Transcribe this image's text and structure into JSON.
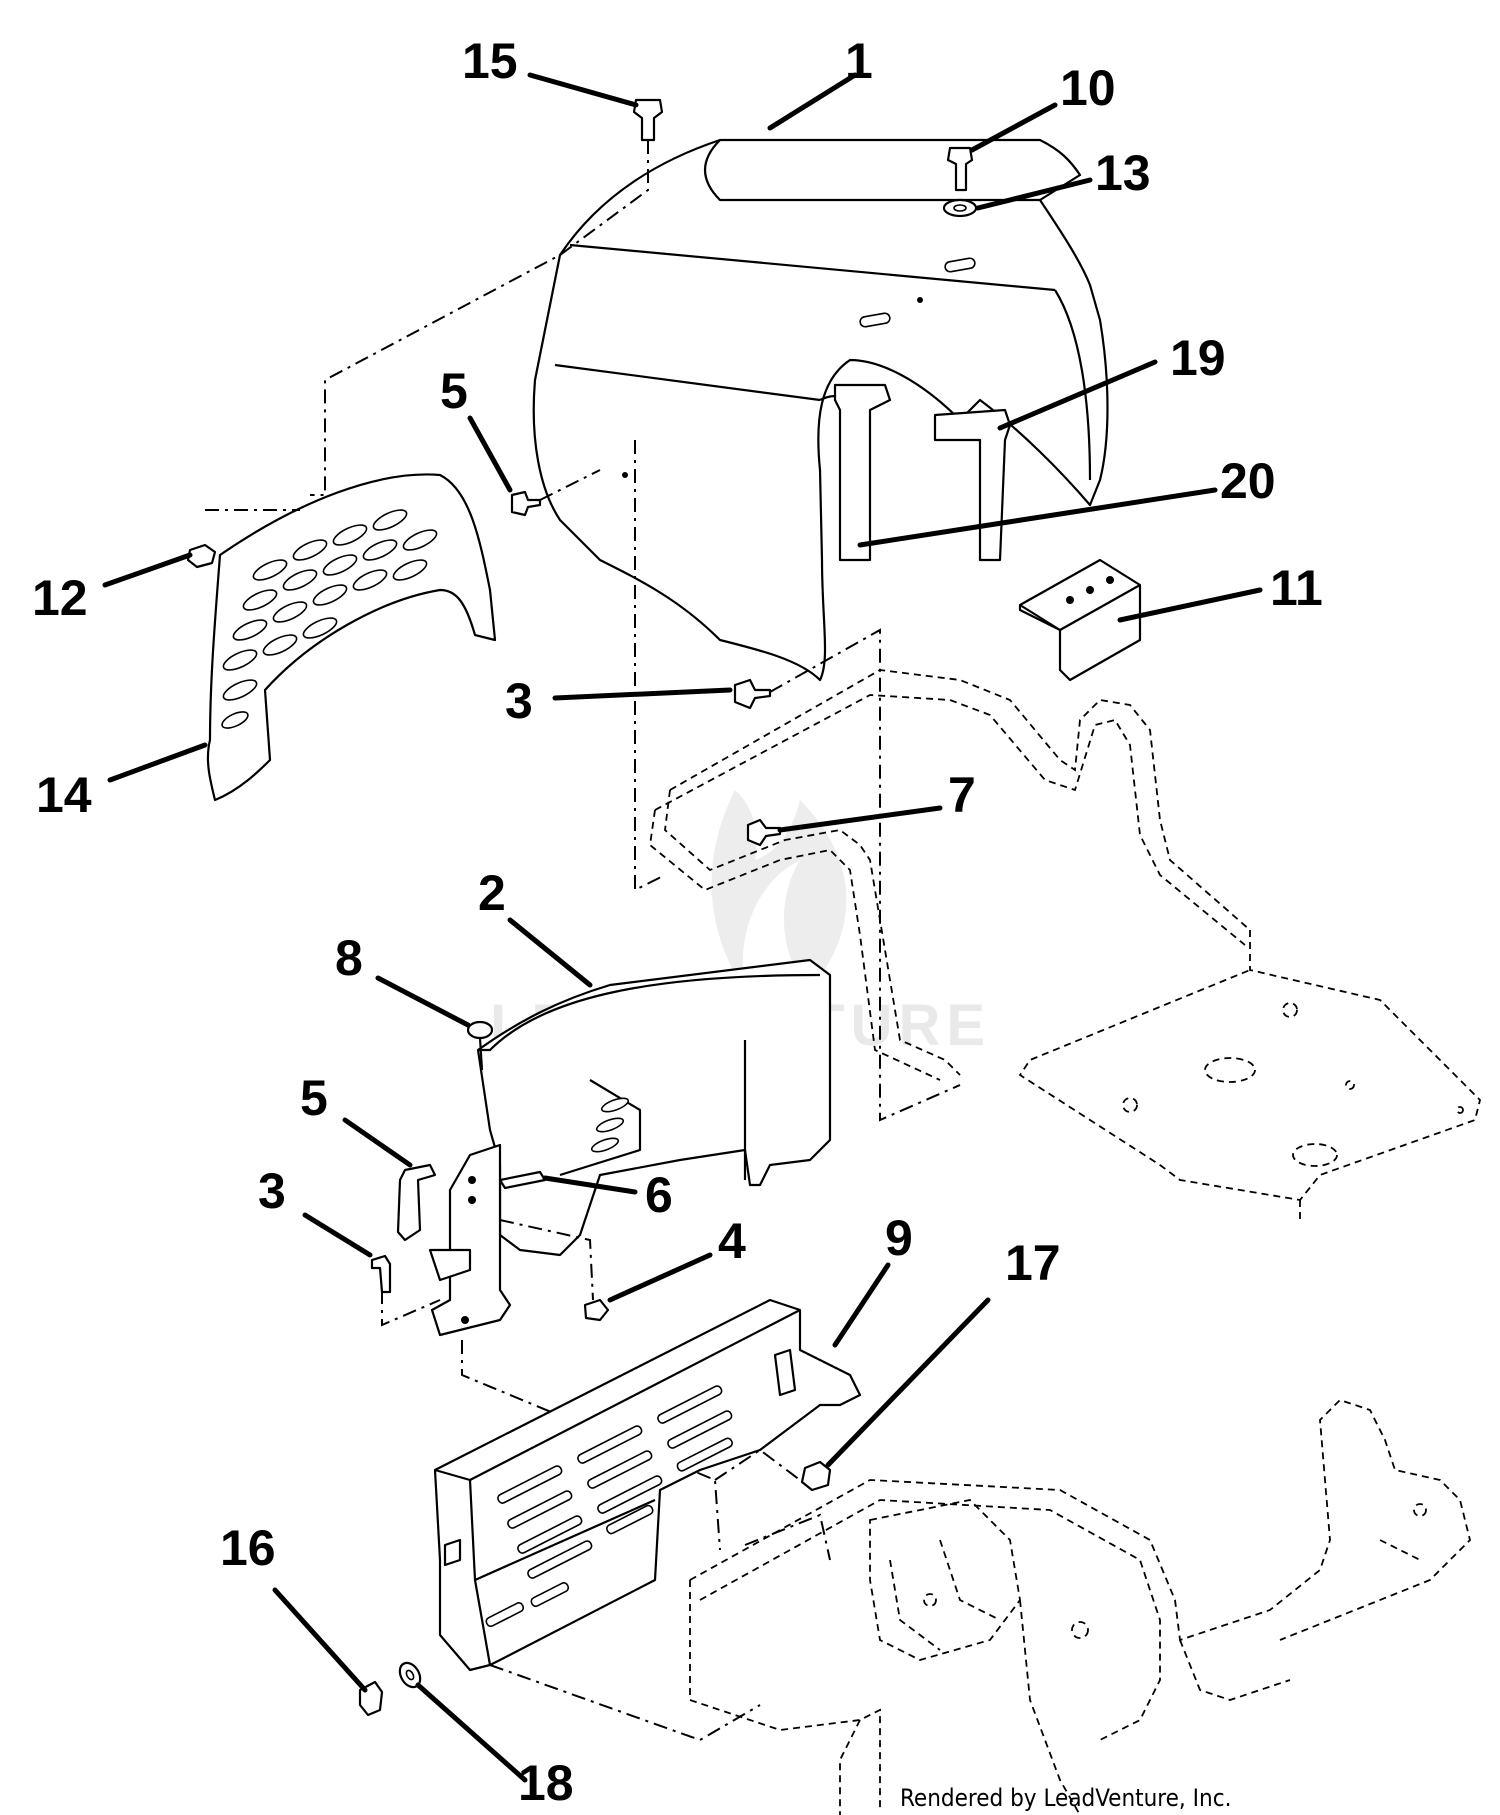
{
  "callouts": [
    {
      "label": "1"
    },
    {
      "label": "2"
    },
    {
      "label": "3"
    },
    {
      "label": "3"
    },
    {
      "label": "4"
    },
    {
      "label": "5"
    },
    {
      "label": "5"
    },
    {
      "label": "6"
    },
    {
      "label": "7"
    },
    {
      "label": "8"
    },
    {
      "label": "9"
    },
    {
      "label": "10"
    },
    {
      "label": "11"
    },
    {
      "label": "12"
    },
    {
      "label": "13"
    },
    {
      "label": "14"
    },
    {
      "label": "15"
    },
    {
      "label": "16"
    },
    {
      "label": "17"
    },
    {
      "label": "18"
    },
    {
      "label": "19"
    },
    {
      "label": "20"
    }
  ],
  "watermark": "LEADVENTURE",
  "credit": "Rendered by LeadVenture, Inc."
}
